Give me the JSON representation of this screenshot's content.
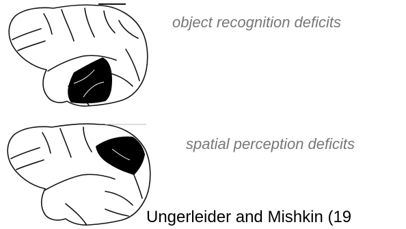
{
  "figure": {
    "top_panel": {
      "lesion_label": "object recognition deficits",
      "lesion_region": "inferior temporal cortex",
      "lesion_color": "#000000"
    },
    "bottom_panel": {
      "lesion_label": "spatial perception deficits",
      "lesion_region": "posterior parietal cortex",
      "lesion_color": "#000000"
    },
    "citation": "Ungerleider and Mishkin (19"
  },
  "colors": {
    "label_text": "#777777",
    "outline": "#111111",
    "background": "#ffffff"
  }
}
